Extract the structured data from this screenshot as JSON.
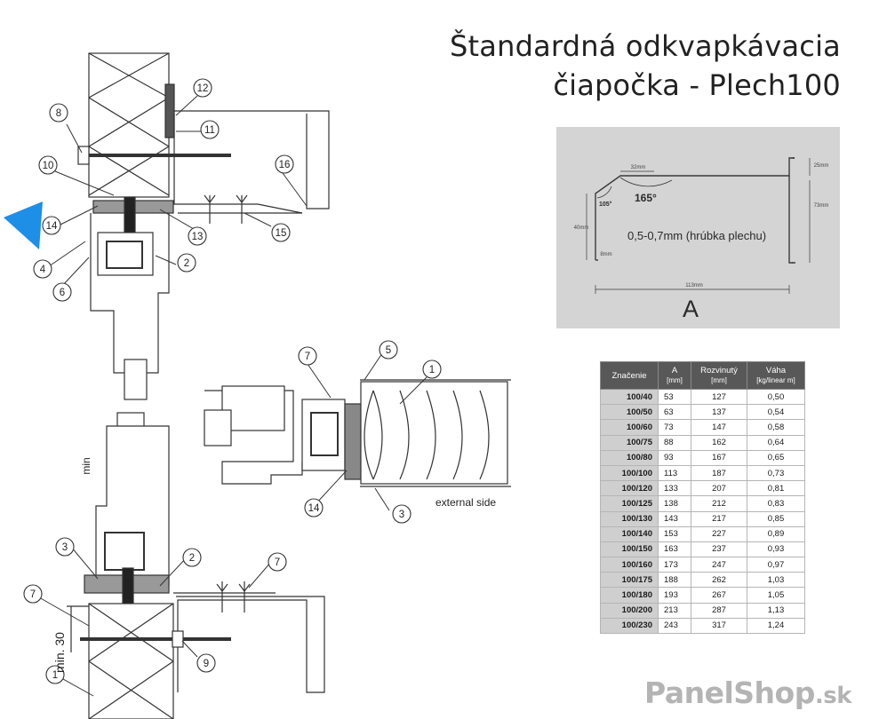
{
  "title": {
    "line1": "Štandardná odkvapkávacia",
    "line2": "čiapočka - Plech100"
  },
  "profile": {
    "dim_top": "32mm",
    "dim_right_top": "25mm",
    "dim_right_mid": "73mm",
    "dim_left": "40mm",
    "dim_bottom": "113mm",
    "dim_small": "8mm",
    "angle_large": "165°",
    "angle_small": "105°",
    "thickness_note": "0,5-0,7mm (hrúbka plechu)",
    "label_a": "A"
  },
  "table": {
    "headers": [
      {
        "main": "Značenie",
        "sub": ""
      },
      {
        "main": "A",
        "sub": "[mm]"
      },
      {
        "main": "Rozvinutý",
        "sub": "[mm]"
      },
      {
        "main": "Váha",
        "sub": "[kg/linear m]"
      }
    ],
    "rows": [
      [
        "100/40",
        "53",
        "127",
        "0,50"
      ],
      [
        "100/50",
        "63",
        "137",
        "0,54"
      ],
      [
        "100/60",
        "73",
        "147",
        "0,58"
      ],
      [
        "100/75",
        "88",
        "162",
        "0,64"
      ],
      [
        "100/80",
        "93",
        "167",
        "0,65"
      ],
      [
        "100/100",
        "113",
        "187",
        "0,73"
      ],
      [
        "100/120",
        "133",
        "207",
        "0,81"
      ],
      [
        "100/125",
        "138",
        "212",
        "0,83"
      ],
      [
        "100/130",
        "143",
        "217",
        "0,85"
      ],
      [
        "100/140",
        "153",
        "227",
        "0,89"
      ],
      [
        "100/150",
        "163",
        "237",
        "0,93"
      ],
      [
        "100/160",
        "173",
        "247",
        "0,97"
      ],
      [
        "100/175",
        "188",
        "262",
        "1,03"
      ],
      [
        "100/180",
        "193",
        "267",
        "1,05"
      ],
      [
        "100/200",
        "213",
        "287",
        "1,13"
      ],
      [
        "100/230",
        "243",
        "317",
        "1,24"
      ]
    ]
  },
  "drawing": {
    "callouts_top": [
      "8",
      "12",
      "11",
      "16",
      "10",
      "14",
      "13",
      "15",
      "4",
      "2",
      "6"
    ],
    "callouts_mid": [
      "7",
      "5",
      "1",
      "14",
      "3"
    ],
    "callouts_bottom": [
      "3",
      "2",
      "7",
      "7",
      "9",
      "1"
    ],
    "external_side": "external side",
    "min_label": "min",
    "min30_label": "min. 30"
  },
  "logo": {
    "text": "PanelShop",
    "suffix": ".sk"
  },
  "colors": {
    "pointer": "#1d8fe6",
    "table_header": "#585858",
    "profile_bg": "#d4d4d4"
  }
}
